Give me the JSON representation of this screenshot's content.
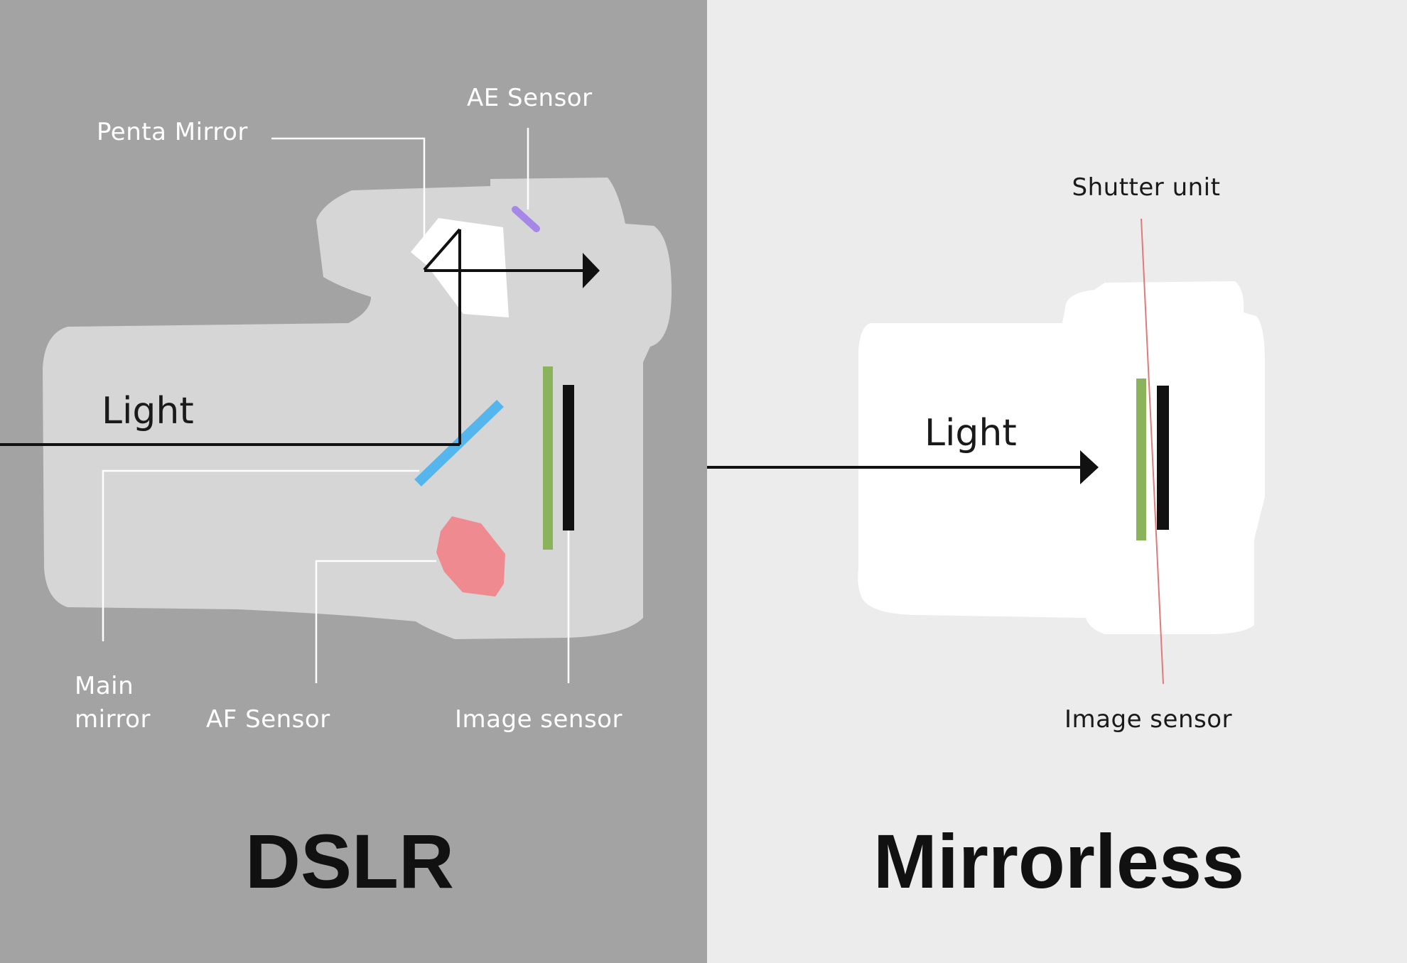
{
  "colors": {
    "dslr_background": "#a3a3a3",
    "mirrorless_background": "#ececec",
    "dslr_body": "#d6d6d6",
    "mirrorless_body": "#ffffff",
    "label_on_dark": "#ffffff",
    "label_on_light": "#1a1a1a",
    "light_path": "#111111",
    "main_mirror": "#55b6ee",
    "ae_sensor": "#a687e8",
    "af_sensor": "#ee8a90",
    "shutter_unit": "#8ab35c",
    "image_sensor": "#111111",
    "mirrorless_leader": "#e07a7a"
  },
  "dslr": {
    "title": "DSLR",
    "light_label": "Light",
    "labels": {
      "penta_mirror": "Penta Mirror",
      "ae_sensor": "AE Sensor",
      "main_mirror_line1": "Main",
      "main_mirror_line2": "mirror",
      "af_sensor": "AF Sensor",
      "image_sensor": "Image sensor"
    }
  },
  "mirrorless": {
    "title": "Mirrorless",
    "light_label": "Light",
    "labels": {
      "shutter_unit": "Shutter unit",
      "image_sensor": "Image sensor"
    }
  }
}
